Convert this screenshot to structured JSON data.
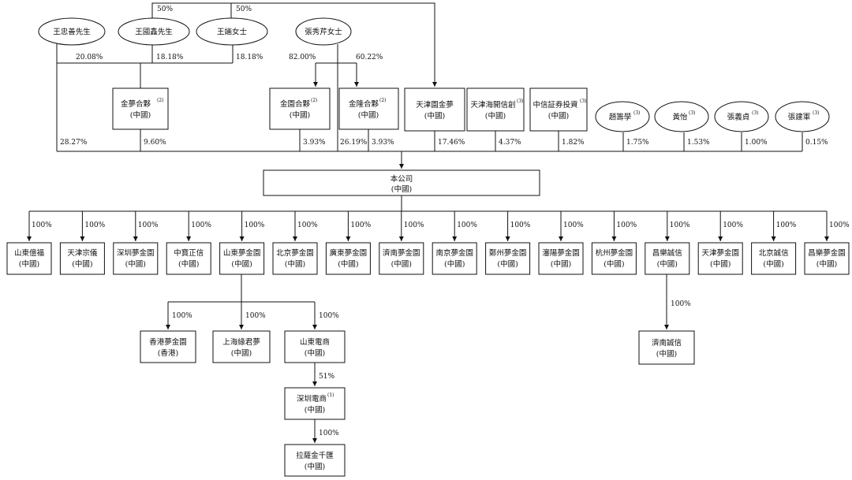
{
  "persons": {
    "wang_zhongshan": "王忠善先生",
    "wang_guoxin": "王國鑫先生",
    "wang_ting": "王婳女士",
    "zhang_xiuqin": "張秀芹女士"
  },
  "entities": {
    "jinmeng": {
      "name": "金夢合夥",
      "note": "(2)",
      "region": "(中國)"
    },
    "jinyuan": {
      "name": "金園合夥",
      "note": "(2)",
      "region": "(中國)"
    },
    "jinlong": {
      "name": "金隆合夥",
      "note": "(2)",
      "region": "(中國)"
    },
    "tianjin_yuanjinmeng": {
      "name": "天津園金夢",
      "note": "",
      "region": "(中國)"
    },
    "tianjin_haikai": {
      "name": "天津海開信創",
      "note": "(3)",
      "region": "(中國)"
    },
    "zhongxin": {
      "name": "中信証券投資",
      "note": "(3)",
      "region": "(中國)"
    }
  },
  "individuals": [
    {
      "name": "趙籌學",
      "note": "(3)",
      "pct": "1.75%"
    },
    {
      "name": "黃怡",
      "note": "(3)",
      "pct": "1.53%"
    },
    {
      "name": "張義貞",
      "note": "(3)",
      "pct": "1.00%"
    },
    {
      "name": "張建軍",
      "note": "(3)",
      "pct": "0.15%"
    }
  ],
  "percentages": {
    "top_left_50": "50%",
    "top_right_50": "50%",
    "wzs_jinmeng": "20.08%",
    "wgx_jinmeng": "18.18%",
    "wt_jinmeng": "18.18%",
    "zxq_jinyuan": "82.00%",
    "zxq_jinlong": "60.22%",
    "wzs_company": "28.27%",
    "jinmeng_company": "9.60%",
    "jinyuan_company": "3.93%",
    "zxq_company": "26.19%",
    "jinlong_company": "3.93%",
    "tianjin_yuanjinmeng_company": "17.46%",
    "tianjin_haikai_company": "4.37%",
    "zhongxin_company": "1.82%"
  },
  "company": {
    "name": "本公司",
    "region": "(中國)"
  },
  "subsidiaries": [
    {
      "name": "山東億福",
      "region": "(中國)",
      "pct": "100%"
    },
    {
      "name": "天津宗儀",
      "region": "(中國)",
      "pct": "100%"
    },
    {
      "name": "深圳夢金園",
      "region": "(中國)",
      "pct": "100%"
    },
    {
      "name": "中寶正信",
      "region": "(中國)",
      "pct": "100%"
    },
    {
      "name": "山東夢金園",
      "region": "(中國)",
      "pct": "100%"
    },
    {
      "name": "北京夢金園",
      "region": "(中國)",
      "pct": "100%"
    },
    {
      "name": "廣東夢金園",
      "region": "(中國)",
      "pct": "100%"
    },
    {
      "name": "濟南夢金園",
      "region": "(中國)",
      "pct": "100%"
    },
    {
      "name": "南京夢金園",
      "region": "(中國)",
      "pct": "100%"
    },
    {
      "name": "鄭州夢金園",
      "region": "(中國)",
      "pct": "100%"
    },
    {
      "name": "瀋陽夢金園",
      "region": "(中國)",
      "pct": "100%"
    },
    {
      "name": "杭州夢金園",
      "region": "(中國)",
      "pct": "100%"
    },
    {
      "name": "昌樂誠信",
      "region": "(中國)",
      "pct": "100%"
    },
    {
      "name": "天津夢金園",
      "region": "(中國)",
      "pct": "100%"
    },
    {
      "name": "北京誠信",
      "region": "(中國)",
      "pct": "100%"
    },
    {
      "name": "昌樂夢金園",
      "region": "(中國)",
      "pct": "100%"
    }
  ],
  "shandong_children": [
    {
      "name": "香港夢金園",
      "region": "(香港)",
      "pct": "100%"
    },
    {
      "name": "上海緣君夢",
      "region": "(中國)",
      "pct": "100%"
    },
    {
      "name": "山東電商",
      "region": "(中國)",
      "pct": "100%"
    }
  ],
  "shenzhen_ecommerce": {
    "name": "深圳電商",
    "note": "(1)",
    "region": "(中國)",
    "pct": "51%"
  },
  "lasa": {
    "name": "拉薩金千匯",
    "region": "(中國)",
    "pct": "100%"
  },
  "jinan_chengxin": {
    "name": "濟南誠信",
    "region": "(中國)",
    "pct": "100%"
  }
}
